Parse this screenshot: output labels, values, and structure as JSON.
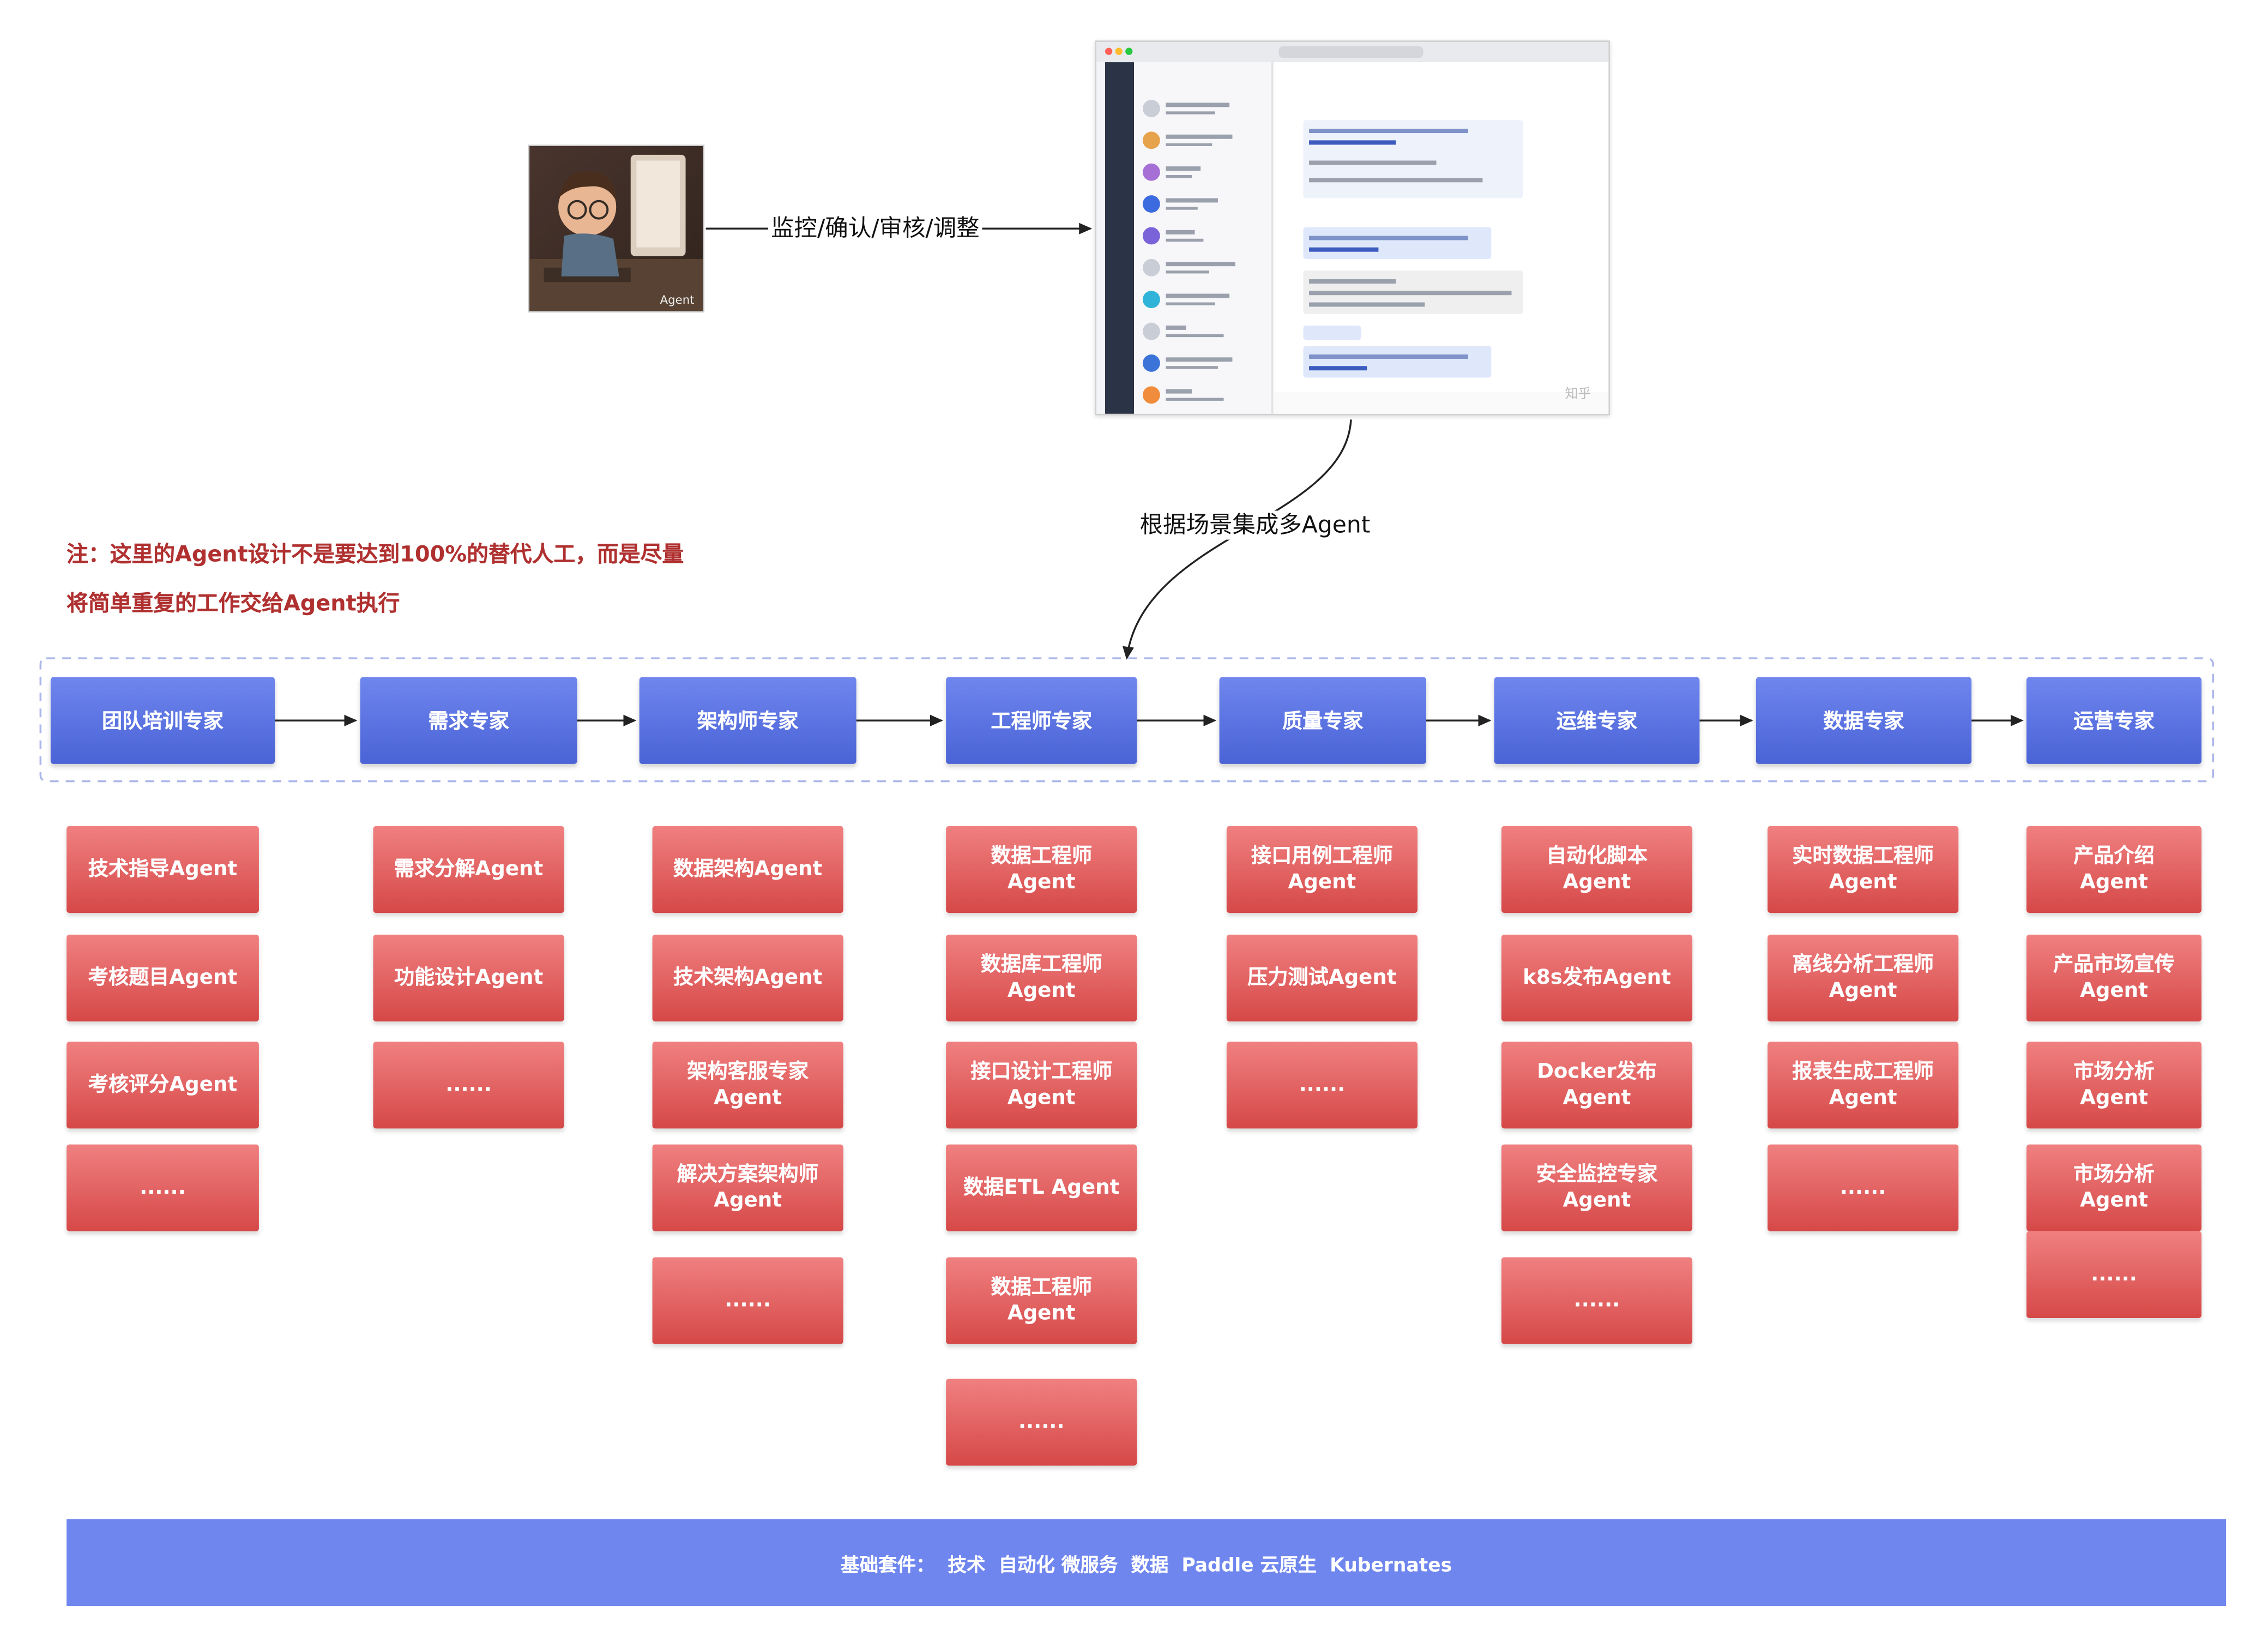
{
  "top": {
    "monitor_label": "监控/确认/审核/调整",
    "integrate_label": "根据场景集成多Agent",
    "photo_caption": "Agent",
    "screenshot_watermark": "知乎"
  },
  "note": {
    "line1": "注：这里的Agent设计不是要达到100%的替代人工，而是尽量",
    "line2": "将简单重复的工作交给Agent执行"
  },
  "experts": [
    "团队培训专家",
    "需求专家",
    "架构师专家",
    "工程师专家",
    "质量专家",
    "运维专家",
    "数据专家",
    "运营专家"
  ],
  "agents": {
    "c0": [
      "技术指导Agent",
      "考核题目Agent",
      "考核评分Agent",
      "......"
    ],
    "c1": [
      "需求分解Agent",
      "功能设计Agent",
      "......"
    ],
    "c2": [
      "数据架构Agent",
      "技术架构Agent",
      "架构客服专家\nAgent",
      "解决方案架构师\nAgent",
      "......"
    ],
    "c3": [
      "数据工程师\nAgent",
      "数据库工程师\nAgent",
      "接口设计工程师\nAgent",
      "数据ETL Agent",
      "数据工程师\nAgent",
      "......"
    ],
    "c4": [
      "接口用例工程师\nAgent",
      "压力测试Agent",
      "......"
    ],
    "c5": [
      "自动化脚本\nAgent",
      "k8s发布Agent",
      "Docker发布\nAgent",
      "安全监控专家\nAgent",
      "......"
    ],
    "c6": [
      "实时数据工程师\nAgent",
      "离线分析工程师\nAgent",
      "报表生成工程师\nAgent",
      "......"
    ],
    "c7": [
      "产品介绍\nAgent",
      "产品市场宣传\nAgent",
      "市场分析\nAgent",
      "市场分析\nAgent",
      "......"
    ]
  },
  "base": {
    "text": "基础套件：  技术  自动化 微服务  数据  Paddle 云原生  Kubernates"
  }
}
